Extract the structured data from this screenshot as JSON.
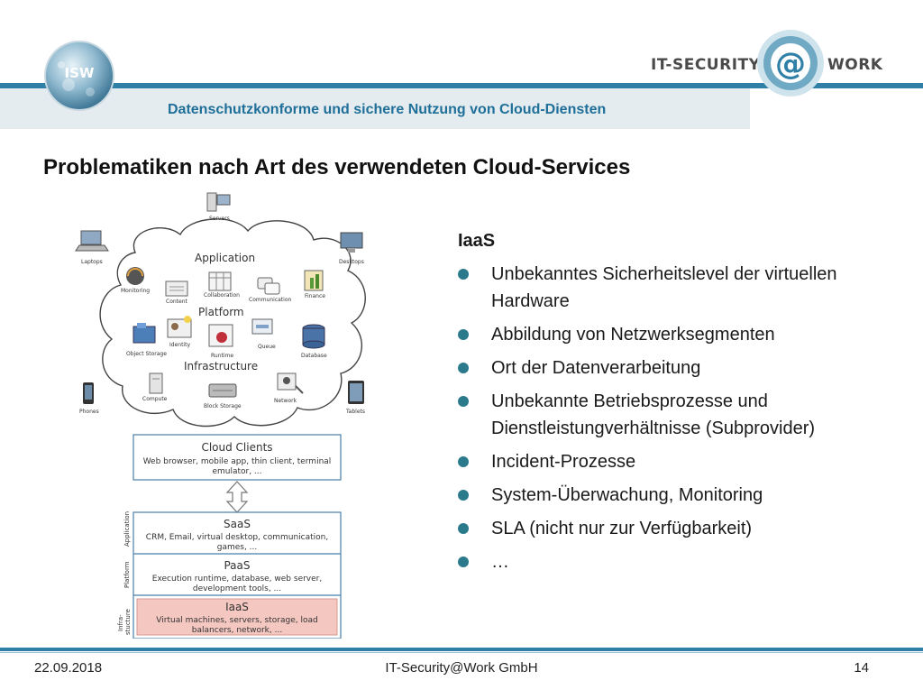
{
  "header": {
    "subtitle": "Datenschutzkonforme und sichere Nutzung von Cloud-Diensten",
    "logo_left": "ISW",
    "logo_right_left": "IT-SECURITY",
    "logo_right_right": "WORK",
    "logo_right_at": "@"
  },
  "title": "Problematiken nach Art des verwendeten Cloud-Services",
  "diagram": {
    "servers": "Servers",
    "laptops": "Laptops",
    "desktops": "Desktops",
    "phones": "Phones",
    "tablets": "Tablets",
    "application": "Application",
    "platform": "Platform",
    "infrastructure": "Infrastructure",
    "monitoring": "Monitoring",
    "content": "Content",
    "collaboration": "Collaboration",
    "communication": "Communication",
    "finance": "Finance",
    "object_storage": "Object Storage",
    "identity": "Identity",
    "runtime": "Runtime",
    "queue": "Queue",
    "database": "Database",
    "compute": "Compute",
    "block_storage": "Block Storage",
    "network": "Network",
    "clients_title": "Cloud Clients",
    "clients_desc1": "Web browser, mobile app, thin client, terminal",
    "clients_desc2": "emulator, ...",
    "saas_title": "SaaS",
    "saas_desc1": "CRM, Email, virtual desktop, communication,",
    "saas_desc2": "games, ...",
    "paas_title": "PaaS",
    "paas_desc1": "Execution runtime, database, web server,",
    "paas_desc2": "development tools, ...",
    "iaas_title": "IaaS",
    "iaas_desc1": "Virtual machines, servers, storage, load",
    "iaas_desc2": "balancers, network, ...",
    "side_application": "Application",
    "side_platform": "Platform",
    "side_infra1": "Infra-",
    "side_infra2": "stucture"
  },
  "heading": "IaaS",
  "bullets": [
    "Unbekanntes Sicherheitslevel der virtuellen Hardware",
    "Abbildung von Netzwerksegmenten",
    "Ort der Datenverarbeitung",
    "Unbekannte Betriebsprozesse und Dienstleistungverhältnisse (Subprovider)",
    "Incident-Prozesse",
    "System-Überwachung, Monitoring",
    "SLA (nicht nur zur Verfügbarkeit)",
    "…"
  ],
  "footer": {
    "date": "22.09.2018",
    "company": "IT-Security@Work GmbH",
    "page": "14"
  },
  "colors": {
    "accent": "#2f7fa6",
    "bullet": "#2b7a8c",
    "iaas_fill": "#f4c7c0"
  }
}
